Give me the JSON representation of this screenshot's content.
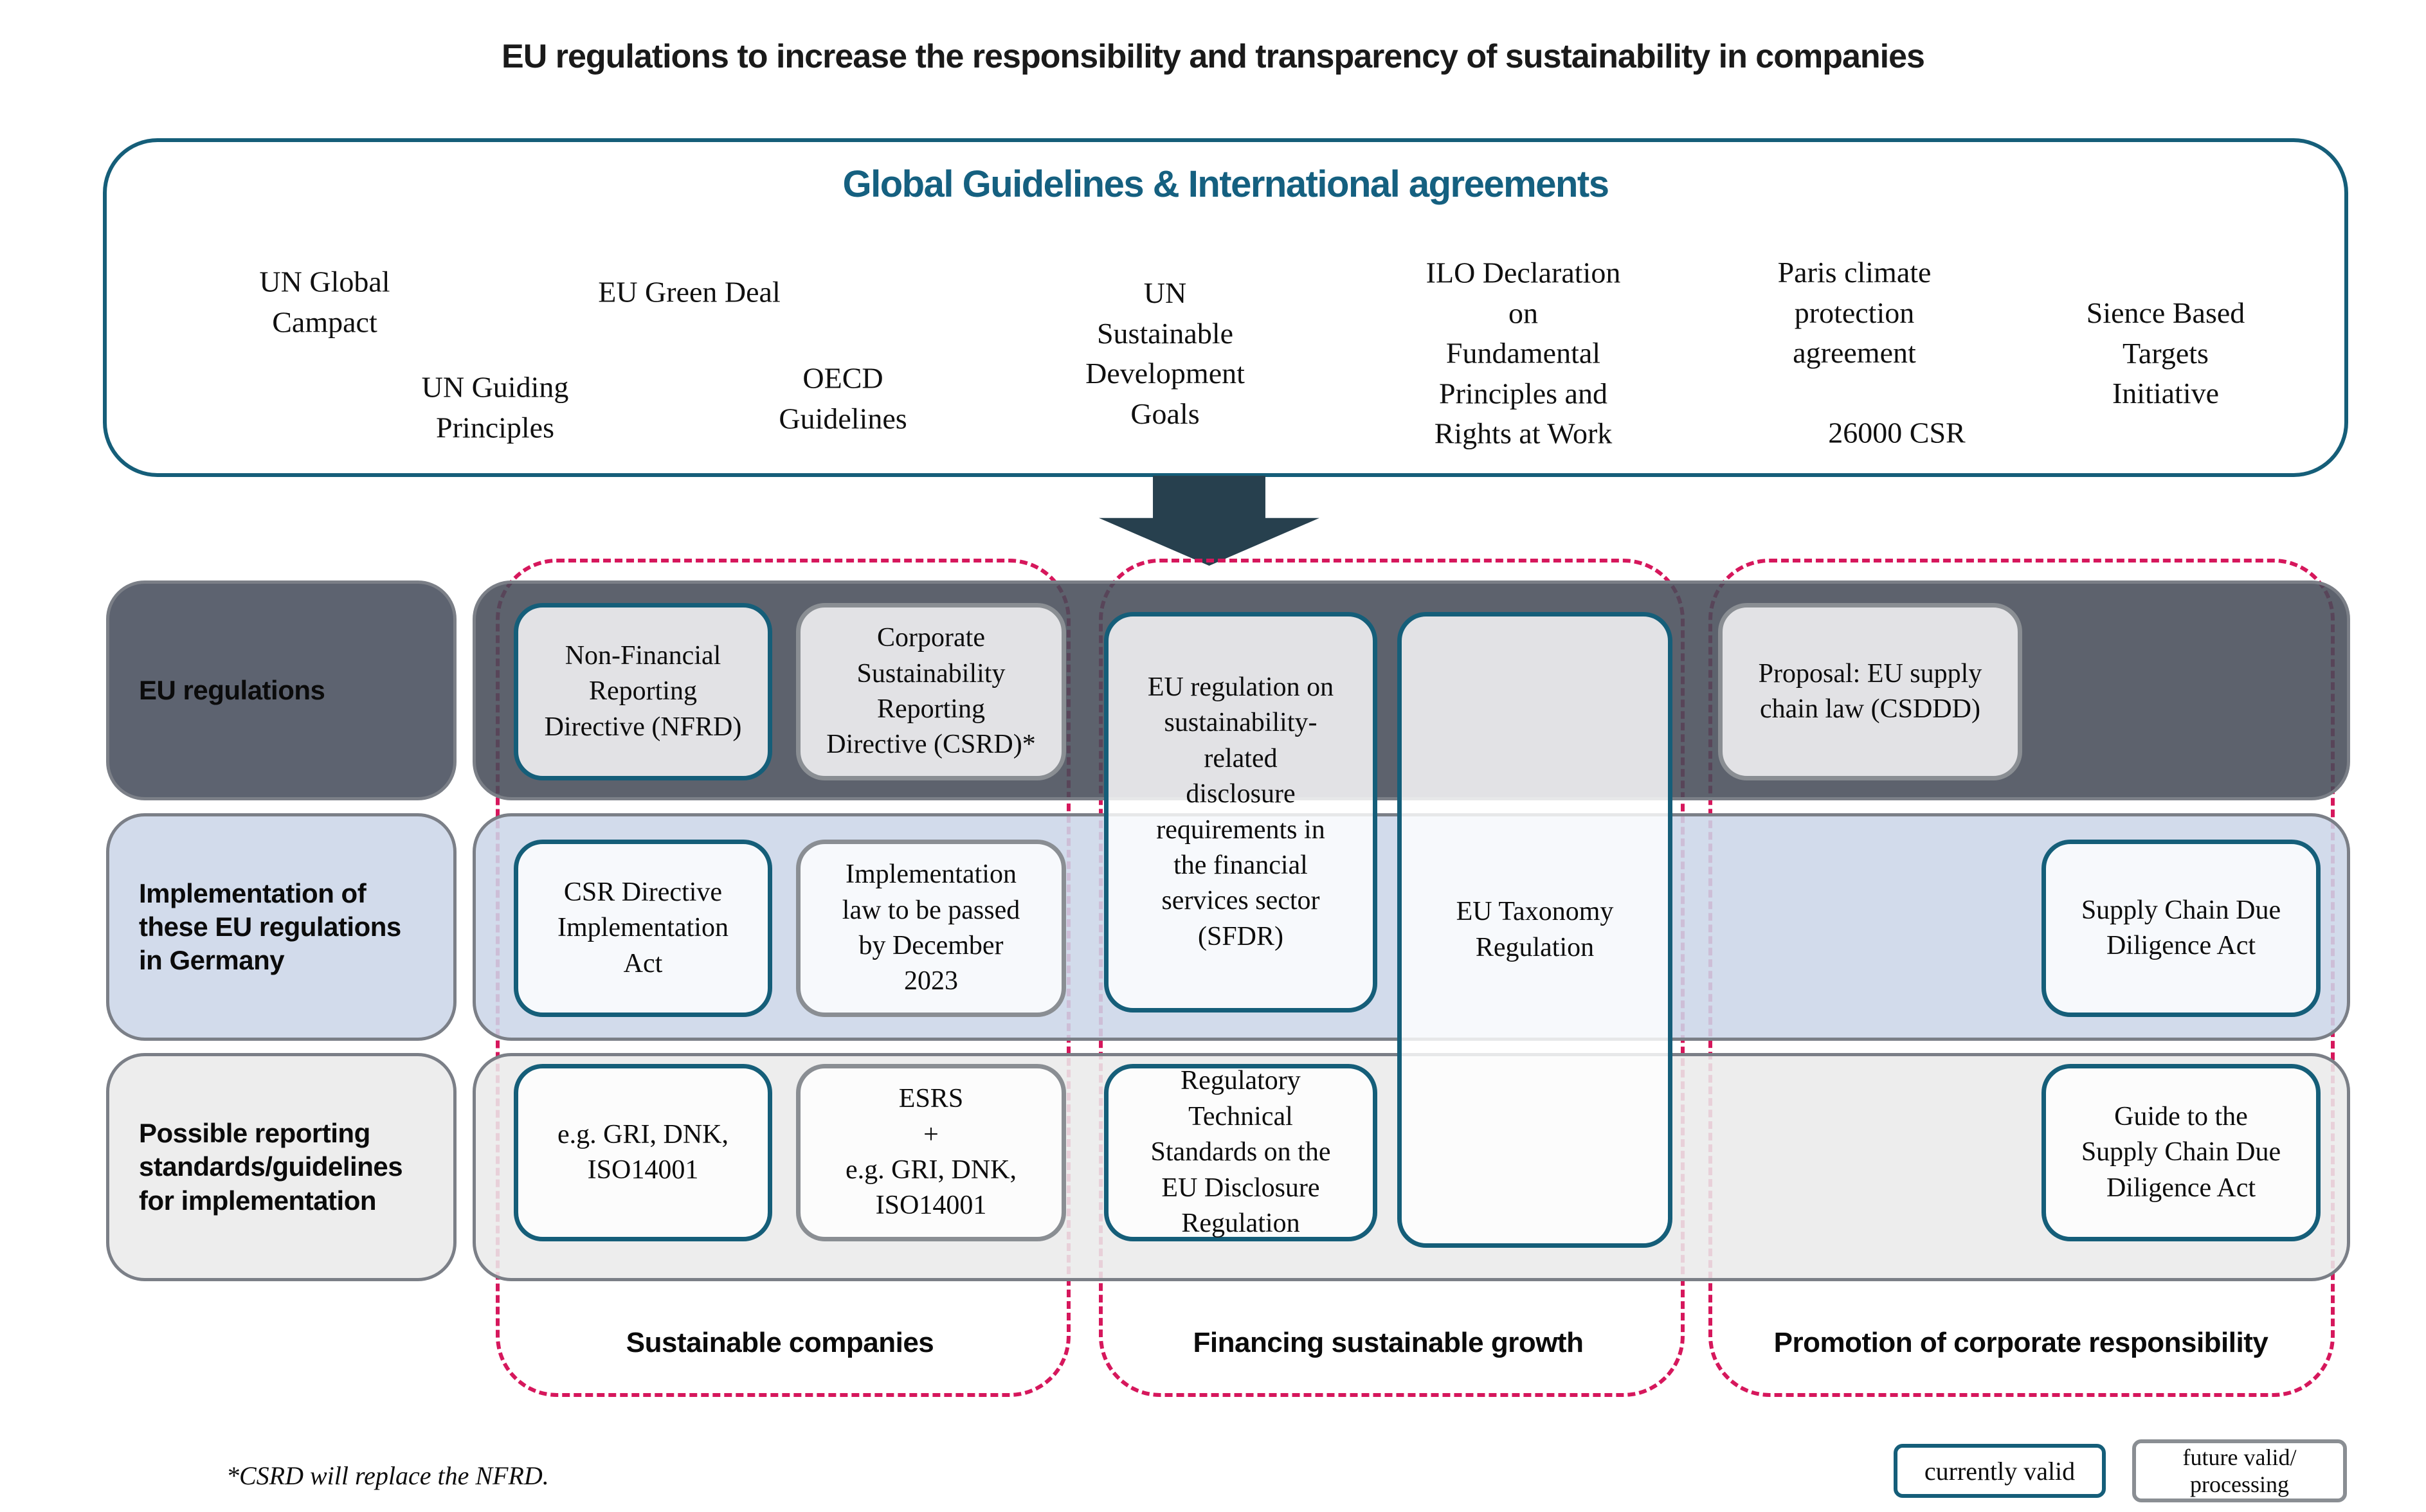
{
  "title": "EU regulations to increase the responsibility and transparency of sustainability in companies",
  "global": {
    "heading": "Global Guidelines & International agreements",
    "items": [
      "UN Global\nCampact",
      "EU Green Deal",
      "UN Guiding\nPrinciples",
      "OECD\nGuidelines",
      "UN\nSustainable\nDevelopment\nGoals",
      "ILO Declaration\non\nFundamental\nPrinciples and\nRights at Work",
      "Paris climate\nprotection\nagreement",
      "26000 CSR",
      "Sience Based\nTargets\nInitiative"
    ]
  },
  "rows": [
    {
      "label": "EU regulations"
    },
    {
      "label": "Implementation of\nthese EU regulations\nin Germany"
    },
    {
      "label": "Possible reporting\nstandards/guidelines\nfor implementation"
    }
  ],
  "boxes": {
    "nfrd": {
      "label": "Non-Financial\nReporting\nDirective (NFRD)",
      "status": "currently valid"
    },
    "csrd": {
      "label": "Corporate\nSustainability\nReporting\nDirective (CSRD)*",
      "status": "future valid/processing"
    },
    "csr_implementation_act": {
      "label": "CSR Directive\nImplementation\nAct",
      "status": "currently valid"
    },
    "implementation_law": {
      "label": "Implementation\nlaw to be passed\nby December\n2023",
      "status": "future valid/processing"
    },
    "gri_dnk_iso": {
      "label": "e.g. GRI, DNK,\nISO14001",
      "status": "currently valid"
    },
    "esrs_plus": {
      "label": "ESRS\n+\ne.g. GRI, DNK,\nISO14001",
      "status": "future valid/processing"
    },
    "sfdr": {
      "label": "EU regulation on\nsustainability-\nrelated\ndisclosure\nrequirements in\nthe financial\nservices sector\n(SFDR)",
      "status": "currently valid"
    },
    "eu_taxonomy": {
      "label": "EU Taxonomy\nRegulation",
      "status": "currently valid"
    },
    "rts": {
      "label": "Regulatory\nTechnical\nStandards on the\nEU Disclosure\nRegulation",
      "status": "currently valid"
    },
    "csddd_proposal": {
      "label": "Proposal: EU supply\nchain law (CSDDD)",
      "status": "future valid/processing"
    },
    "supply_chain_act": {
      "label": "Supply Chain Due\nDiligence Act",
      "status": "currently valid"
    },
    "supply_chain_guide": {
      "label": "Guide to the\nSupply Chain Due\nDiligence Act",
      "status": "currently valid"
    }
  },
  "columns": [
    {
      "footer": "Sustainable companies"
    },
    {
      "footer": "Financing sustainable growth"
    },
    {
      "footer": "Promotion of corporate responsibility"
    }
  ],
  "legend": [
    {
      "label": "currently valid"
    },
    {
      "label": "future valid/\nprocessing"
    }
  ],
  "footnote": "*CSRD will replace the NFRD.",
  "colors": {
    "accent-teal": "#155e79",
    "heading-teal": "#156080",
    "future-gray": "#8a8e93",
    "band-border": "#7b7f87",
    "band-dark": "#5d6370",
    "band-blue": "#d2dbeb",
    "band-gray": "#ededed",
    "accent-pink": "#d6175c",
    "arrow-color": "#27404e"
  }
}
